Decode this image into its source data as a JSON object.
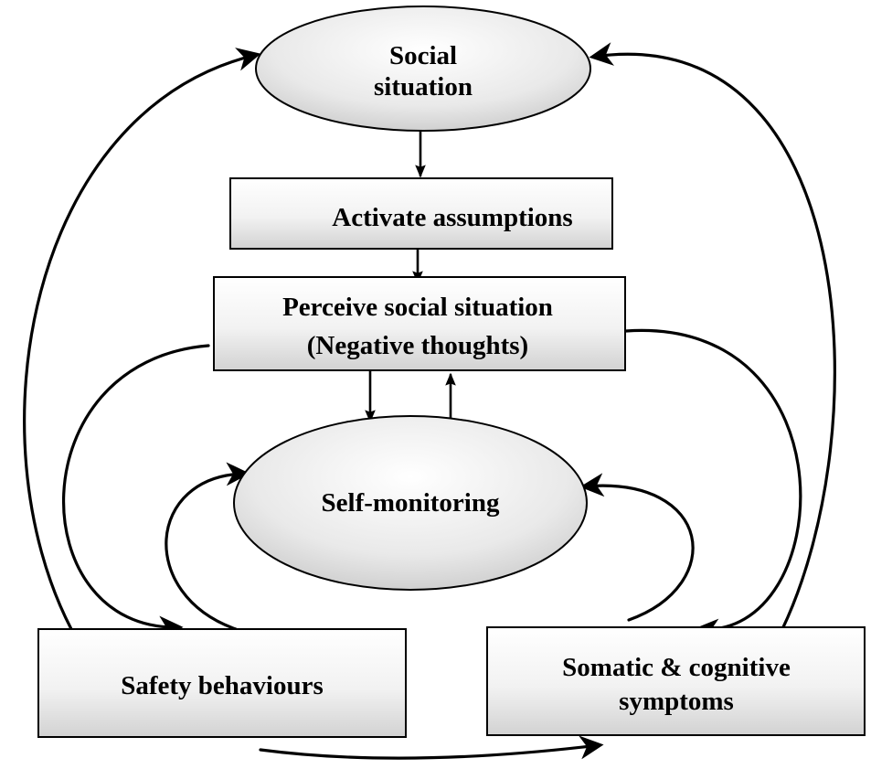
{
  "nodes": {
    "social_situation": {
      "line1": "Social",
      "line2": "situation"
    },
    "activate_assumptions": {
      "label": "Activate assumptions"
    },
    "perceive_social_situation": {
      "line1": "Perceive social situation",
      "line2": "(Negative thoughts)"
    },
    "self_monitoring": {
      "label": "Self-monitoring"
    },
    "safety_behaviours": {
      "label": "Safety behaviours"
    },
    "somatic_cognitive": {
      "line1": "Somatic & cognitive",
      "line2": "symptoms"
    }
  },
  "colors": {
    "node_fill_light": "#ffffff",
    "node_fill_mid": "#eeeeee",
    "node_fill_dark": "#c8c8c8",
    "stroke": "#000000"
  }
}
